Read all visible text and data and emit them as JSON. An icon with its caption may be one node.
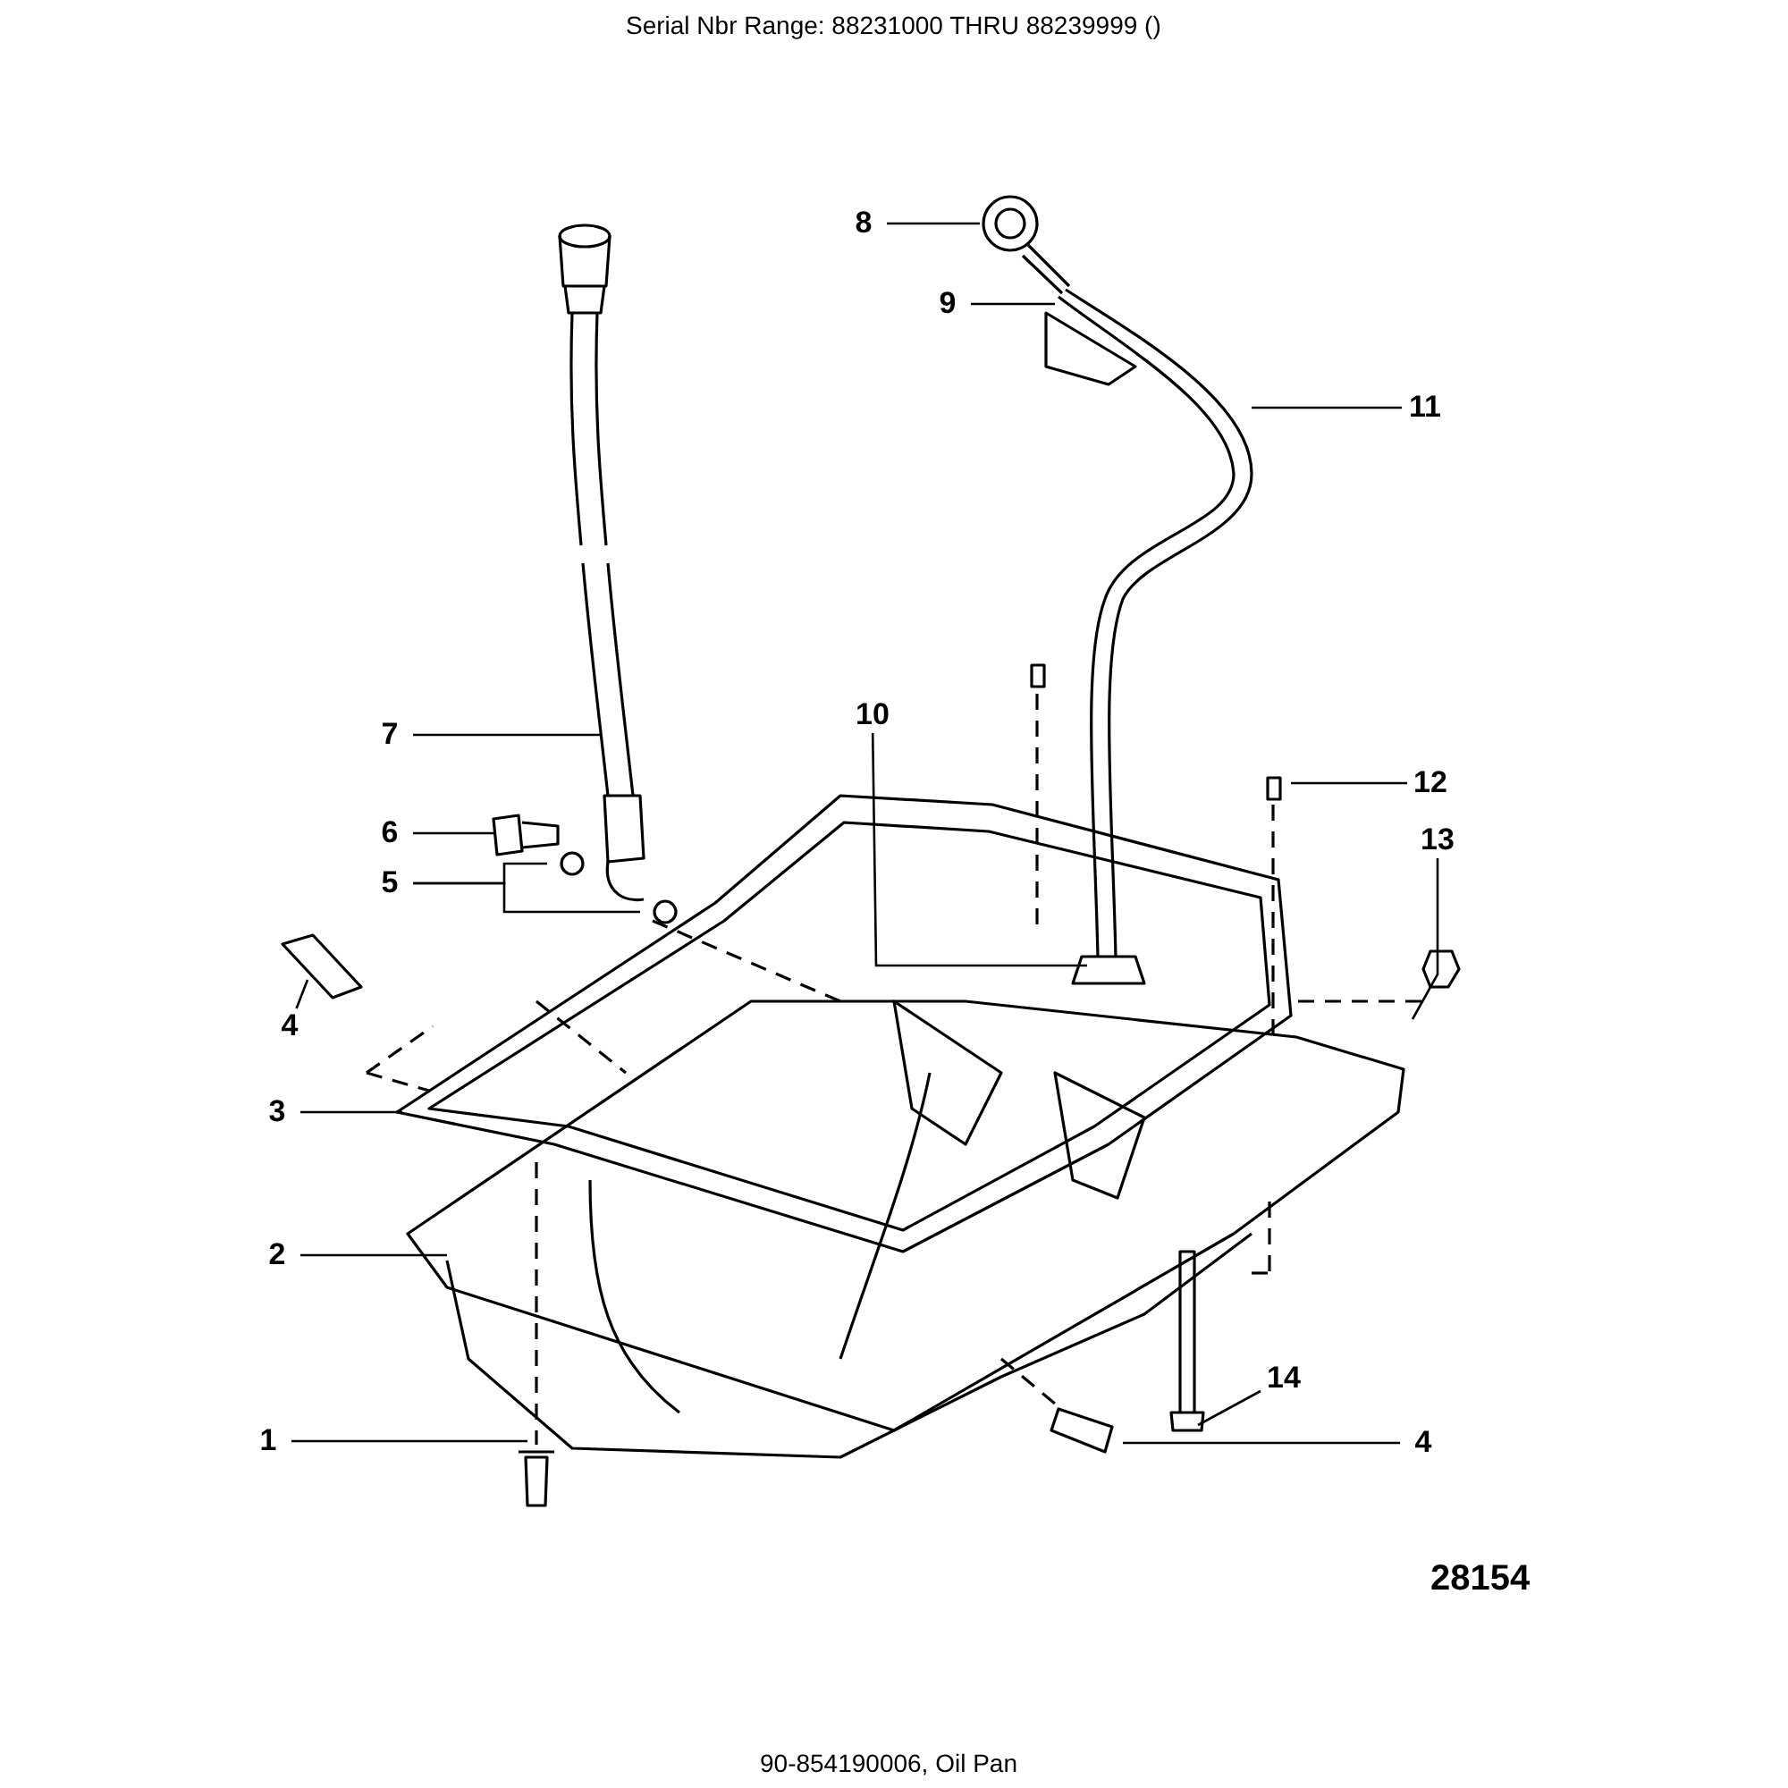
{
  "diagram": {
    "title": "Serial Nbr Range: 88231000 THRU 88239999 ()",
    "caption": "90-854190006, Oil Pan",
    "nodes": [
      {
        "text": [
          "8"
        ]
      },
      {
        "text": [
          "9"
        ]
      },
      {
        "text": [
          "11"
        ]
      },
      {
        "text": [
          "10"
        ]
      },
      {
        "text": [
          "7"
        ]
      },
      {
        "text": [
          "12"
        ]
      },
      {
        "text": [
          "6"
        ]
      },
      {
        "text": [
          "13"
        ]
      },
      {
        "text": [
          "5"
        ]
      },
      {
        "text": [
          "4"
        ]
      },
      {
        "text": [
          "3"
        ]
      },
      {
        "text": [
          "2"
        ]
      },
      {
        "text": [
          "14"
        ]
      },
      {
        "text": [
          "1"
        ]
      },
      {
        "text": [
          "4"
        ]
      }
    ],
    "edges": [
      {
        "from": 0,
        "to": null,
        "arrow": "none"
      },
      {
        "from": 1,
        "to": null,
        "arrow": "none"
      },
      {
        "from": 2,
        "to": null,
        "arrow": "none"
      },
      {
        "from": 3,
        "to": null,
        "arrow": "none"
      },
      {
        "from": 4,
        "to": null,
        "arrow": "none"
      },
      {
        "from": 5,
        "to": null,
        "arrow": "none"
      },
      {
        "from": 6,
        "to": null,
        "arrow": "none"
      },
      {
        "from": 7,
        "to": null,
        "arrow": "none"
      },
      {
        "from": 8,
        "to": null,
        "arrow": "none"
      },
      {
        "from": 8,
        "to": null,
        "arrow": "none"
      },
      {
        "from": 9,
        "to": null,
        "arrow": "none"
      },
      {
        "from": 10,
        "to": null,
        "arrow": "none"
      },
      {
        "from": 11,
        "to": null,
        "arrow": "none"
      },
      {
        "from": 12,
        "to": null,
        "arrow": "none"
      },
      {
        "from": 13,
        "to": null,
        "arrow": "none"
      },
      {
        "from": 14,
        "to": null,
        "arrow": "none"
      }
    ],
    "labels": [
      "28154"
    ]
  }
}
